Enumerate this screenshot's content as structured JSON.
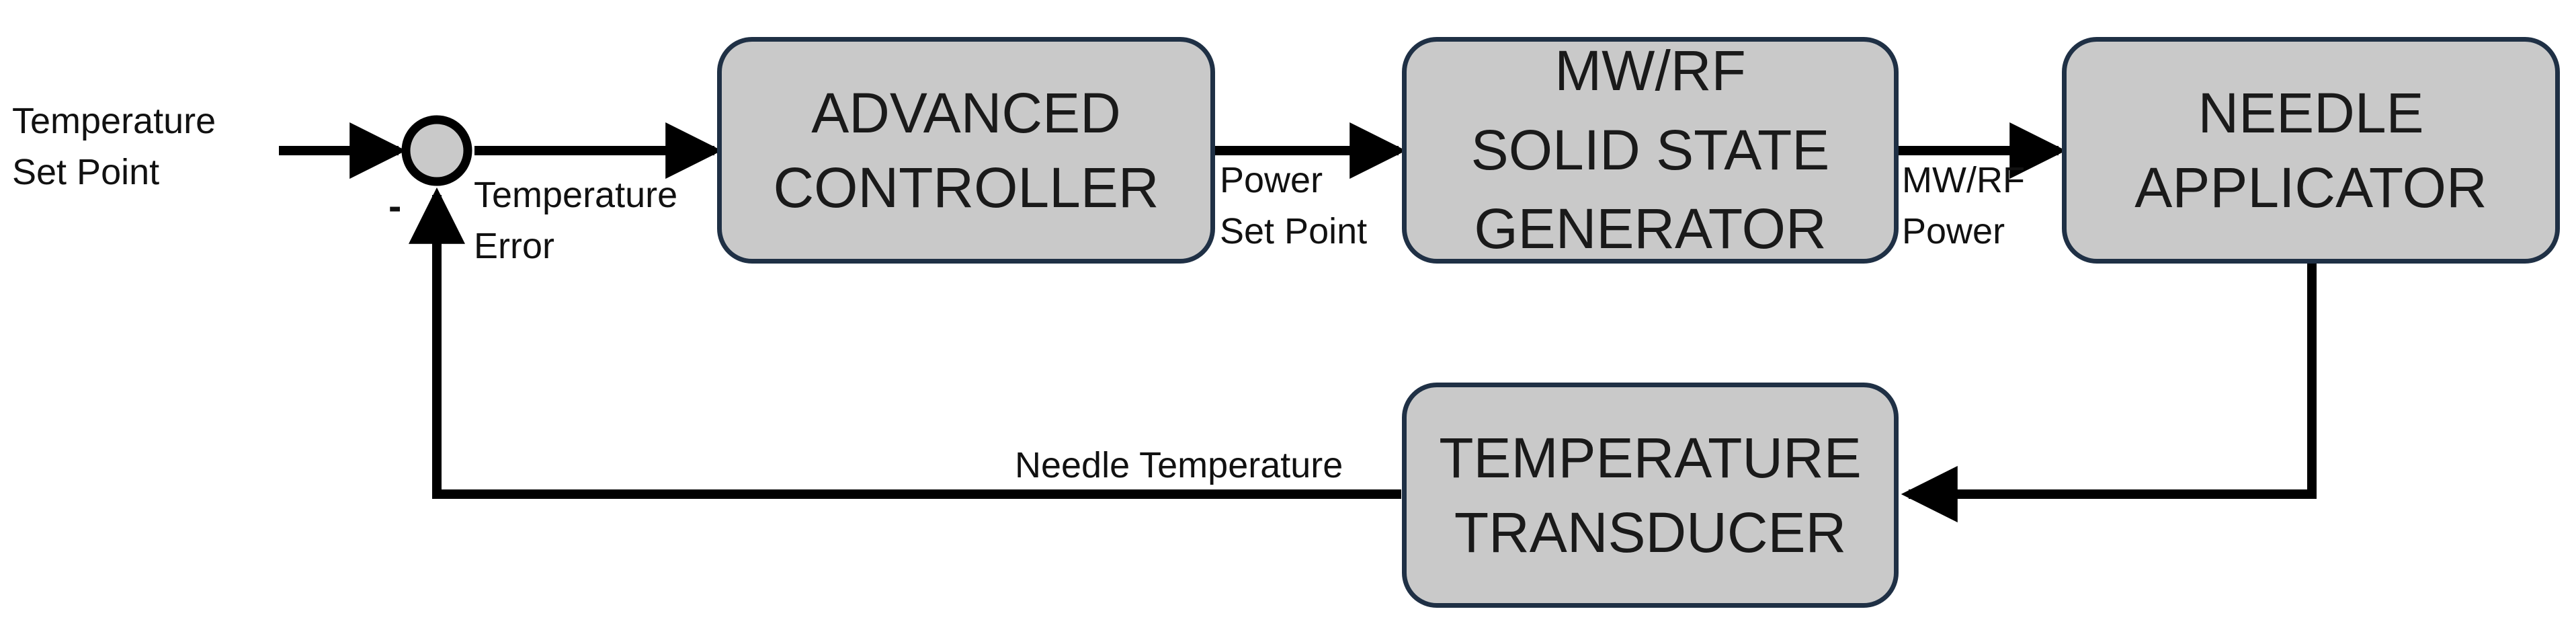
{
  "colors": {
    "block_fill": "#c9c9c9",
    "block_border": "#1f3045",
    "line": "#000000",
    "text": "#111111"
  },
  "inputs": {
    "set_point_line1": "Temperature",
    "set_point_line2": "Set Point"
  },
  "summing_junction": {
    "minus_sign": "-"
  },
  "signals": {
    "error_line1": "Temperature",
    "error_line2": "Error",
    "power_sp_line1": "Power",
    "power_sp_line2": "Set Point",
    "mwrf_line1": "MW/RF",
    "mwrf_line2": "Power",
    "needle_temp": "Needle Temperature"
  },
  "blocks": {
    "controller": {
      "line1": "ADVANCED",
      "line2": "CONTROLLER"
    },
    "generator": {
      "line1": "MW/RF",
      "line2": "SOLID STATE",
      "line3": "GENERATOR"
    },
    "applicator": {
      "line1": "NEEDLE",
      "line2": "APPLICATOR"
    },
    "transducer": {
      "line1": "TEMPERATURE",
      "line2": "TRANSDUCER"
    }
  }
}
